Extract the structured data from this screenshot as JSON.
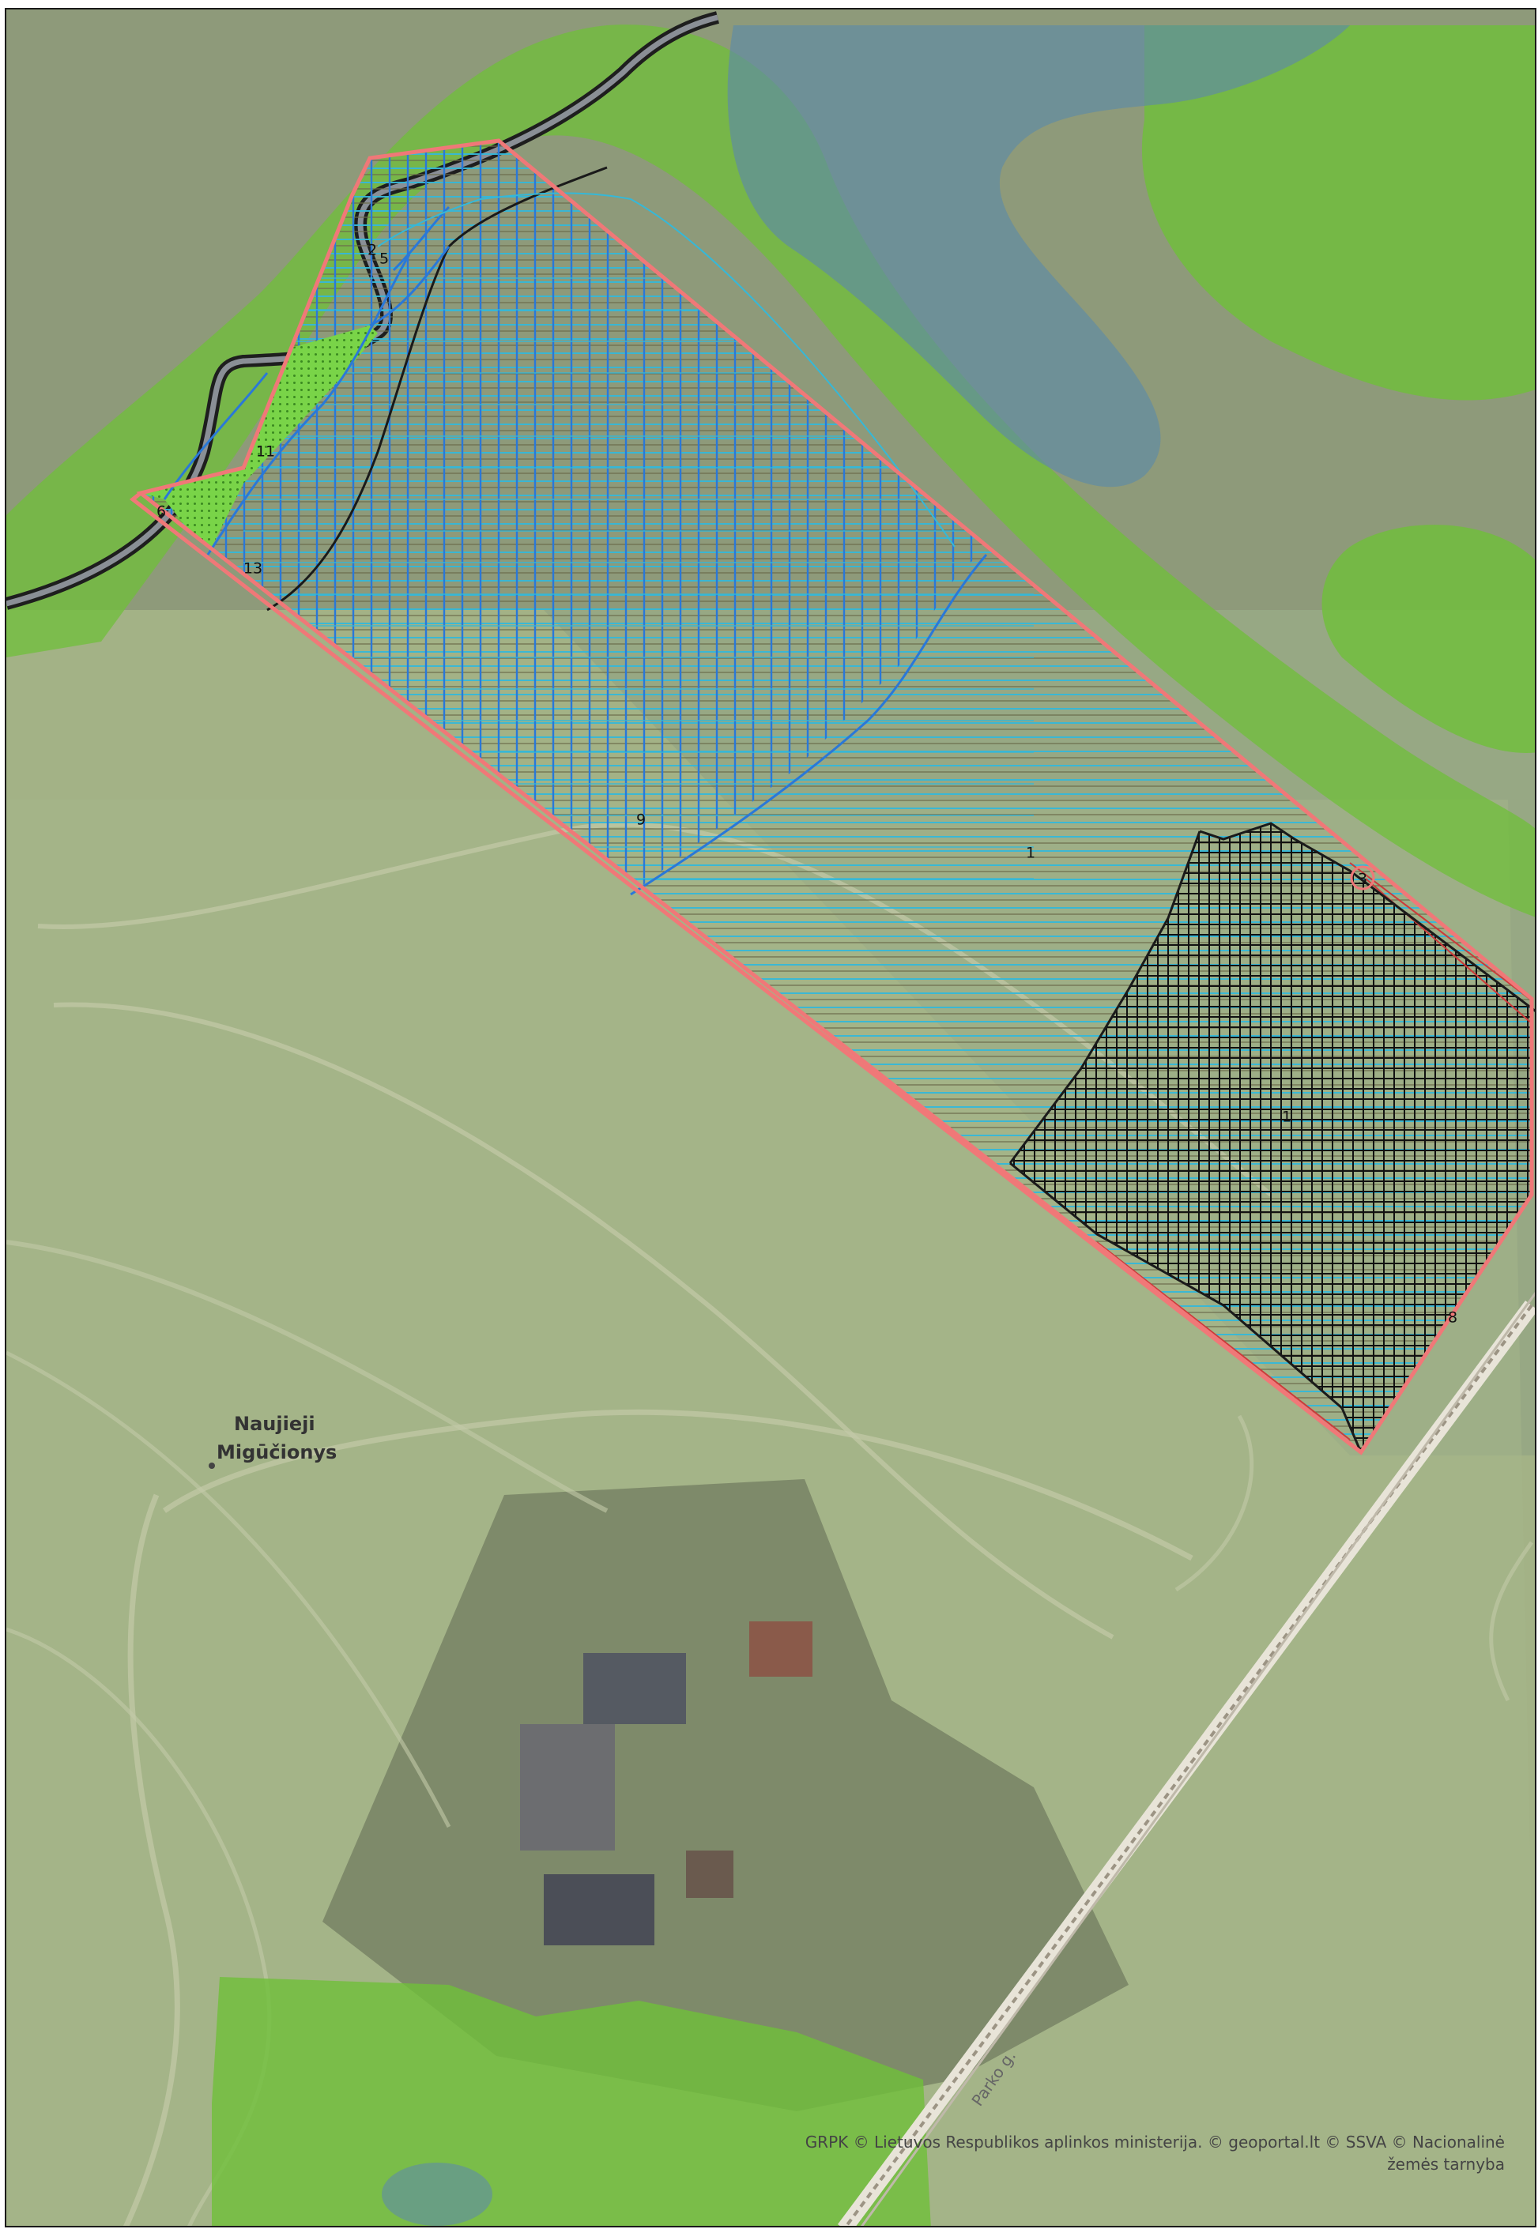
{
  "map": {
    "place_name_line1": "Naujieji",
    "place_name_line2": "Migūčionys",
    "road_label": "Parko g.",
    "attribution": "GRPK © Lietuvos Respublikos aplinkos ministerija. © geoportal.lt © SSVA © Nacionalinė žemės tarnyba",
    "parcel_labels": [
      "2",
      "5",
      "11",
      "6",
      "13",
      "9",
      "1",
      "3",
      "1",
      "8"
    ],
    "colors": {
      "boundary": "#f07878",
      "hatch_blue": "#2a78d8",
      "hatch_cyan": "#35b8d8",
      "hatch_black": "#111111",
      "forest_overlay": "#6fbf3a",
      "water_overlay": "#6d93a8",
      "zone_green_fill": "#79d448",
      "zone_black_boundary": "#1a1a1a"
    }
  }
}
